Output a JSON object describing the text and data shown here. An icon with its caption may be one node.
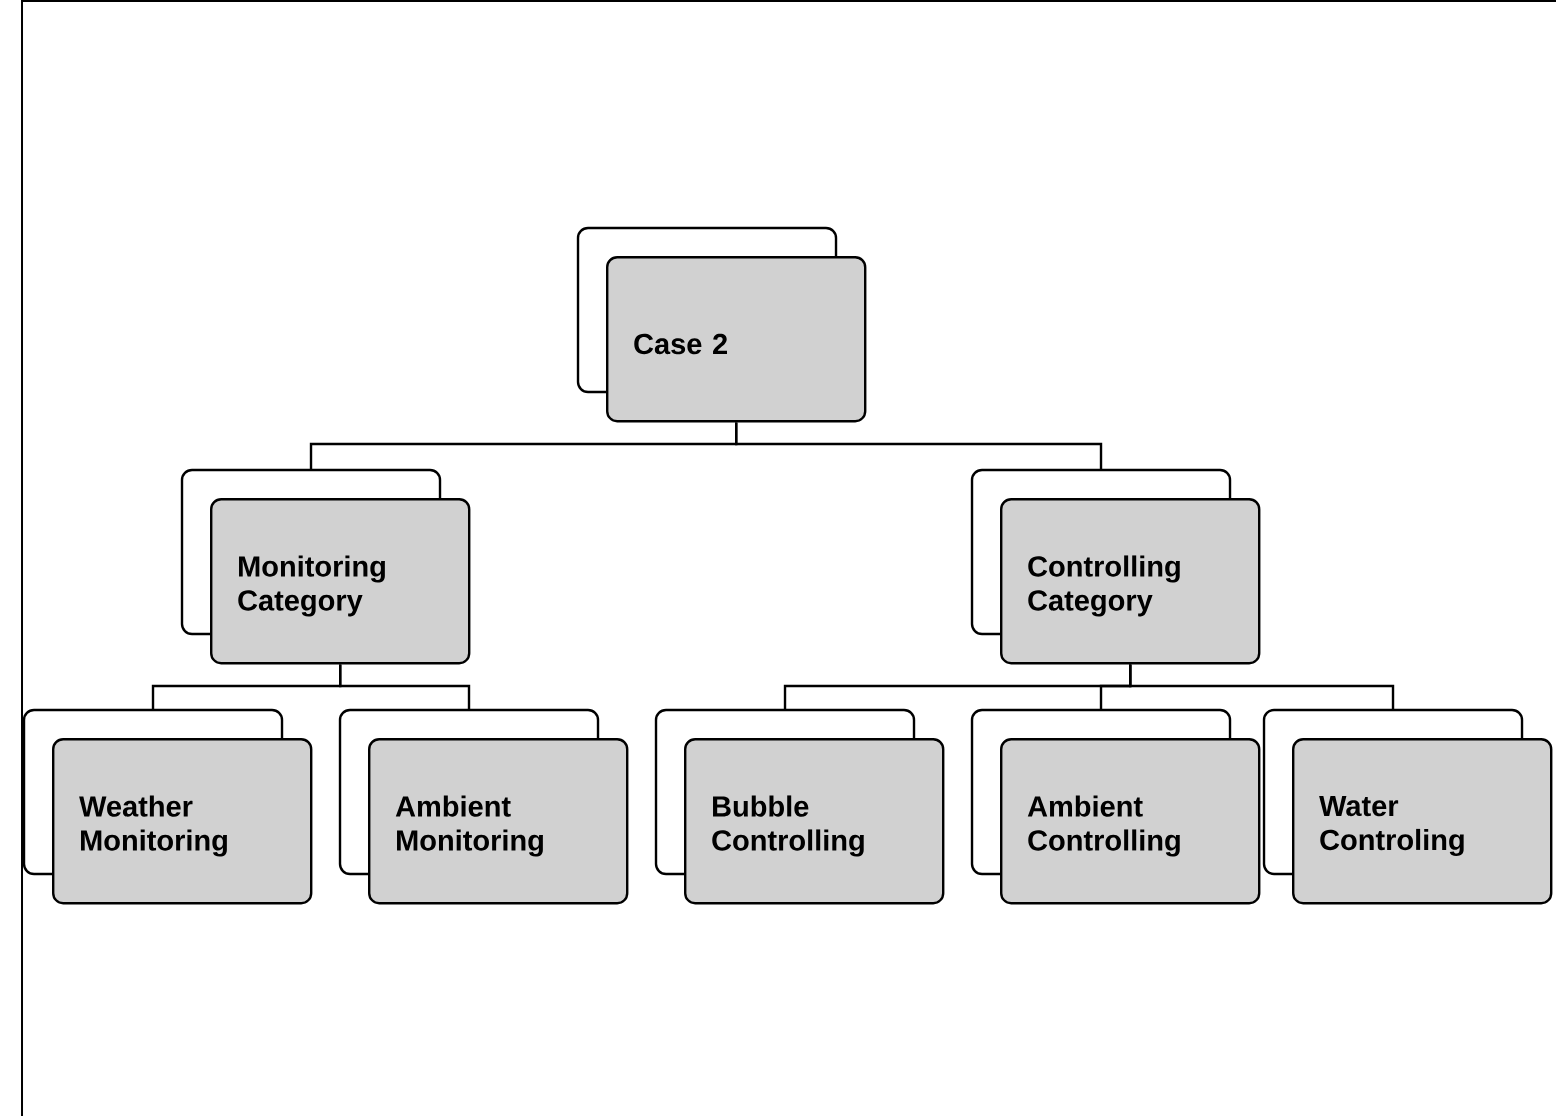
{
  "diagram": {
    "nodes": [
      {
        "text": [
          "Case 2"
        ]
      },
      {
        "text": [
          "Monitoring Category"
        ]
      },
      {
        "text": [
          "Controlling Category"
        ]
      },
      {
        "text": [
          "Weather Monitoring"
        ]
      },
      {
        "text": [
          "Ambient Monitoring"
        ]
      },
      {
        "text": [
          "Bubble Controlling"
        ]
      },
      {
        "text": [
          "Ambient Controlling"
        ]
      },
      {
        "text": [
          "Water Controling"
        ]
      }
    ],
    "edges": [
      {
        "from": 0,
        "to": 1,
        "arrow": "none"
      },
      {
        "from": 0,
        "to": 2,
        "arrow": "none"
      },
      {
        "from": 1,
        "to": 3,
        "arrow": "none"
      },
      {
        "from": 1,
        "to": 4,
        "arrow": "none"
      },
      {
        "from": 2,
        "to": 5,
        "arrow": "none"
      },
      {
        "from": 2,
        "to": 6,
        "arrow": "none"
      },
      {
        "from": 2,
        "to": 7,
        "arrow": "none"
      }
    ]
  }
}
